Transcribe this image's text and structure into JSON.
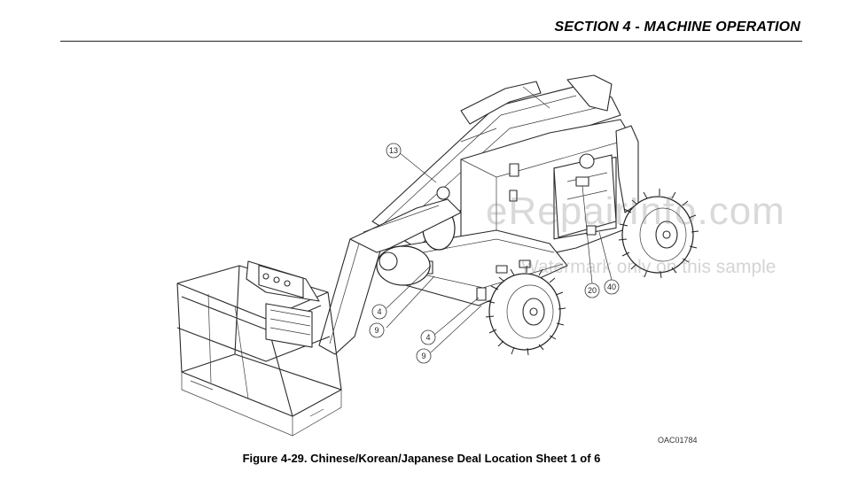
{
  "header": {
    "section_title": "SECTION 4 - MACHINE OPERATION"
  },
  "figure": {
    "caption": "Figure 4-29. Chinese/Korean/Japanese Deal Location Sheet 1 of 6",
    "drawing_code": "OAC01784",
    "callouts": [
      "13",
      "4",
      "9",
      "4",
      "9",
      "20",
      "40"
    ]
  },
  "watermark": {
    "main": "eRepairInfo.com",
    "sub": "Watermark only on this sample"
  }
}
